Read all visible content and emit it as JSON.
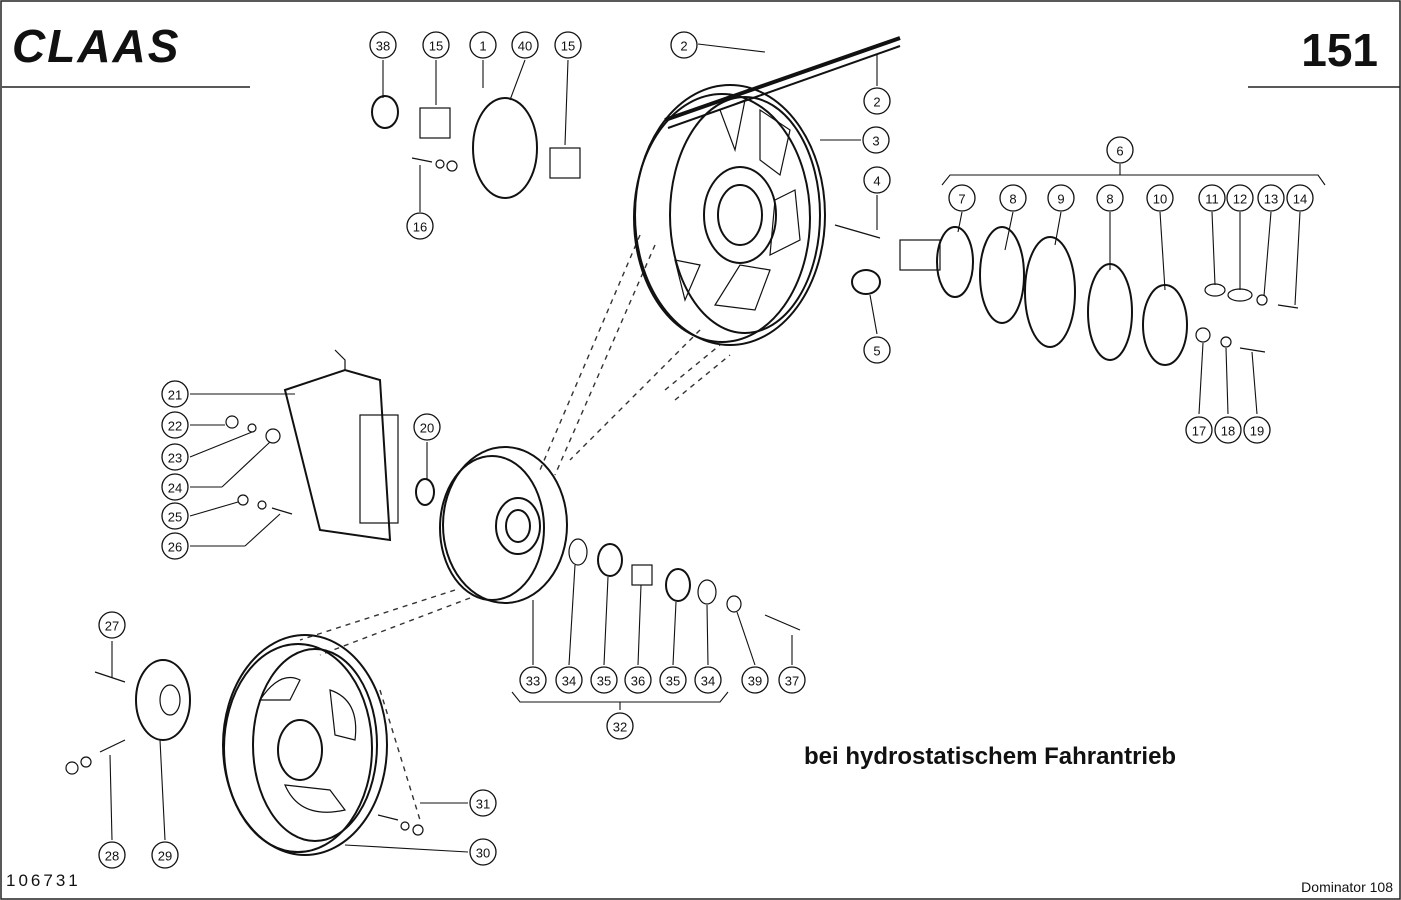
{
  "header": {
    "brand": "CLAAS",
    "page_number": "151"
  },
  "caption": "bei hydrostatischem Fahrantrieb",
  "footer": {
    "drawing_number": "106731",
    "model": "Dominator 108"
  },
  "callouts": [
    "38",
    "15",
    "1",
    "40",
    "15",
    "16",
    "2",
    "2",
    "3",
    "4",
    "5",
    "6",
    "7",
    "8",
    "9",
    "8",
    "10",
    "11",
    "12",
    "13",
    "14",
    "17",
    "18",
    "19",
    "21",
    "22",
    "23",
    "24",
    "25",
    "26",
    "20",
    "33",
    "34",
    "35",
    "36",
    "35",
    "34",
    "39",
    "37",
    "32",
    "27",
    "28",
    "29",
    "31",
    "30"
  ]
}
